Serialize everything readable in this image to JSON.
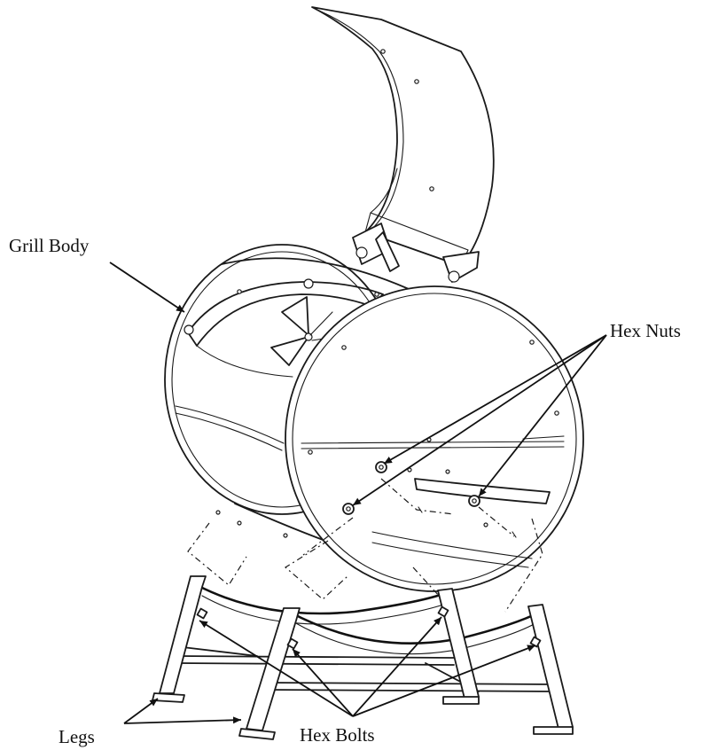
{
  "diagram": {
    "labels": {
      "grill_body": "Grill Body",
      "hex_nuts": "Hex Nuts",
      "legs": "Legs",
      "hex_bolts": "Hex Bolts"
    }
  }
}
